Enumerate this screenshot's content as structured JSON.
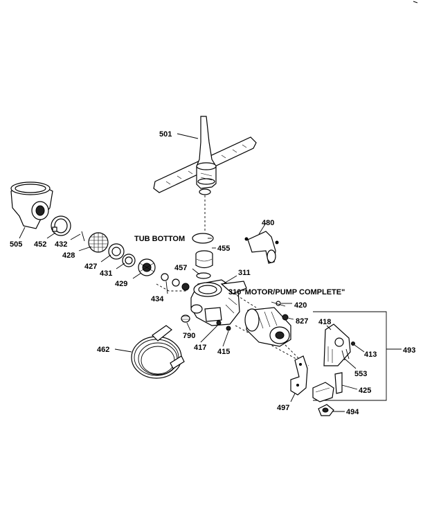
{
  "labels": {
    "p501": "501",
    "p505": "505",
    "p452": "452",
    "p432": "432",
    "p428": "428",
    "p427": "427",
    "p431": "431",
    "p429": "429",
    "p434": "434",
    "p480": "480",
    "p455": "455",
    "p457": "457",
    "p311": "311",
    "p310": "310\"MOTOR/PUMP COMPLETE\"",
    "p420": "420",
    "p827": "827",
    "p790": "790",
    "p417": "417",
    "p415": "415",
    "p462": "462",
    "p418": "418",
    "p413": "413",
    "p493": "493",
    "p553": "553",
    "p425": "425",
    "p497": "497",
    "p494": "494",
    "tub_bottom": "TUB BOTTOM"
  }
}
